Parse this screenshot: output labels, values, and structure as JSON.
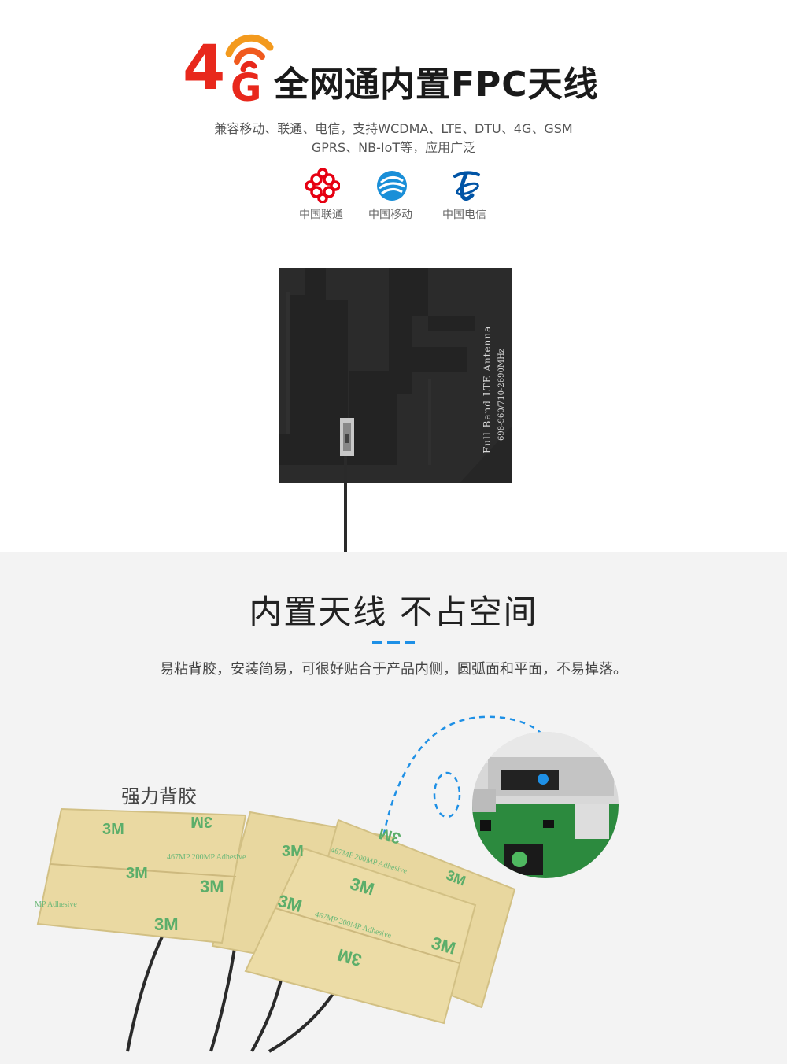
{
  "header": {
    "logo_4": "4",
    "logo_g": "G",
    "title": "全网通内置FPC天线",
    "subtitle_line1": "兼容移动、联通、电信，支持WCDMA、LTE、DTU、4G、GSM",
    "subtitle_line2": "GPRS、NB-IoT等，应用广泛"
  },
  "carriers": [
    {
      "label": "中国联通",
      "icon": "china-unicom-logo",
      "color": "#e60012"
    },
    {
      "label": "中国移动",
      "icon": "china-mobile-logo",
      "color": "#1a8fd8"
    },
    {
      "label": "中国电信",
      "icon": "china-telecom-logo",
      "color": "#0054a6"
    }
  ],
  "antenna": {
    "line1": "Full Band  LTE  Antenna",
    "line2": "698-960/710-2690MHz"
  },
  "section2": {
    "title": "内置天线 不占空间",
    "description": "易粘背胶，安装简易，可很好贴合于产品内侧，圆弧面和平面，不易掉落。",
    "adhesive_label": "强力背胶"
  },
  "colors": {
    "accent_red": "#e8281c",
    "accent_orange": "#f39a1e",
    "accent_blue": "#1e90e6"
  }
}
